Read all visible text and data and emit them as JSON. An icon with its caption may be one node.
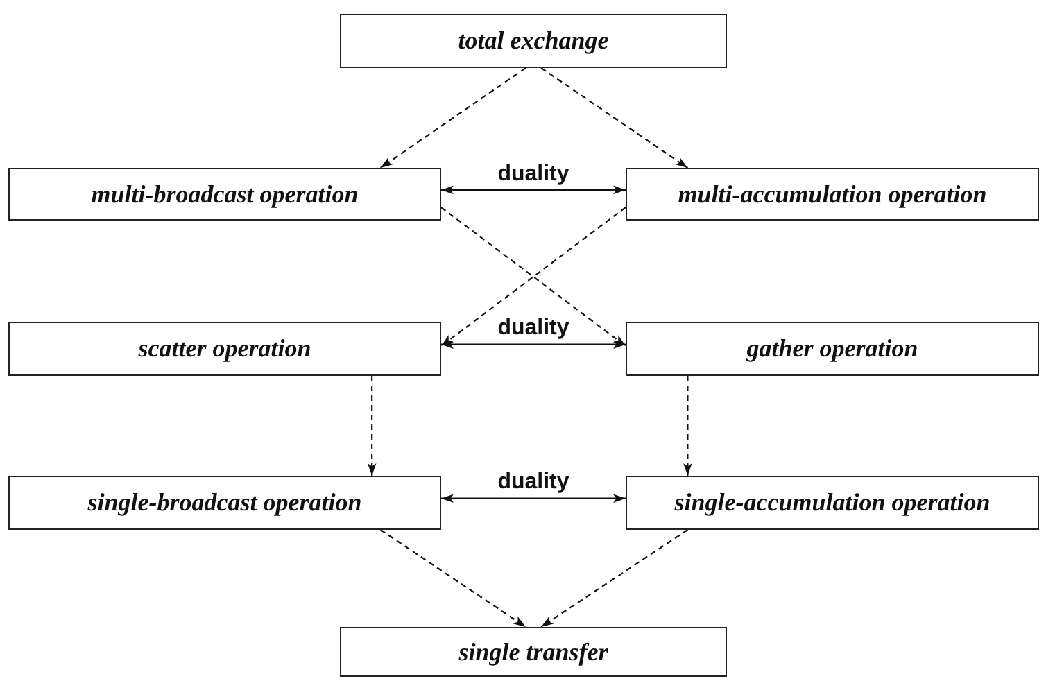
{
  "diagram": {
    "nodes": [
      {
        "text": [
          "total exchange"
        ]
      },
      {
        "text": [
          "multi-broadcast operation"
        ]
      },
      {
        "text": [
          "multi-accumulation operation"
        ]
      },
      {
        "text": [
          "scatter operation"
        ]
      },
      {
        "text": [
          "gather operation"
        ]
      },
      {
        "text": [
          "single-broadcast operation"
        ]
      },
      {
        "text": [
          "single-accumulation operation"
        ]
      },
      {
        "text": [
          "single transfer"
        ]
      }
    ],
    "edges": [
      {
        "from": 0,
        "to": 1,
        "arrow": "to",
        "style": "dashed"
      },
      {
        "from": 0,
        "to": 2,
        "arrow": "to",
        "style": "dashed"
      },
      {
        "from": 1,
        "to": 2,
        "arrow": "both",
        "label": "duality"
      },
      {
        "from": 1,
        "to": 4,
        "arrow": "to",
        "style": "dashed"
      },
      {
        "from": 2,
        "to": 3,
        "arrow": "to",
        "style": "dashed"
      },
      {
        "from": 3,
        "to": 4,
        "arrow": "both",
        "label": "duality"
      },
      {
        "from": 3,
        "to": 5,
        "arrow": "to",
        "style": "dashed"
      },
      {
        "from": 4,
        "to": 6,
        "arrow": "to",
        "style": "dashed"
      },
      {
        "from": 5,
        "to": 6,
        "arrow": "both",
        "label": "duality"
      },
      {
        "from": 5,
        "to": 7,
        "arrow": "to",
        "style": "dashed"
      },
      {
        "from": 6,
        "to": 7,
        "arrow": "to",
        "style": "dashed"
      }
    ]
  }
}
